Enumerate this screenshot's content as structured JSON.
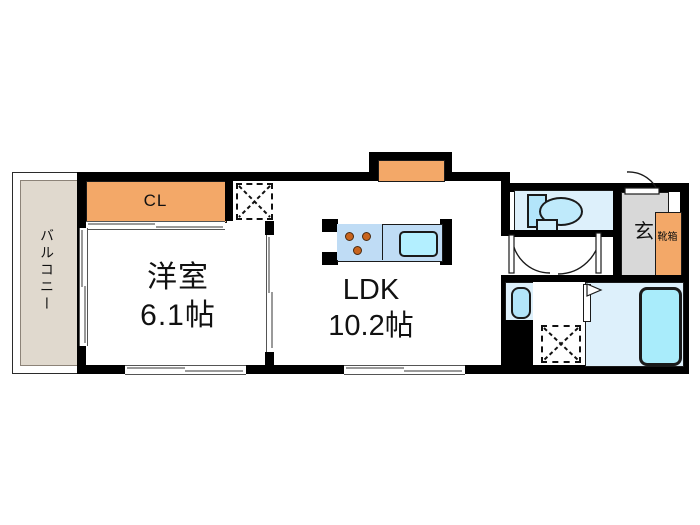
{
  "plan": {
    "type": "japanese-floor-plan",
    "layout_code": "1LDK",
    "rooms": [
      {
        "id": "washitsu",
        "name": "洋室",
        "size": "6.1帖",
        "label_line1": "洋室",
        "label_line2": "6.1帖"
      },
      {
        "id": "ldk",
        "name": "LDK",
        "size": "10.2帖",
        "label_line1": "LDK",
        "label_line2": "10.2帖"
      }
    ],
    "labels": {
      "closet": "CL",
      "balcony": "バルコニー",
      "entrance": "玄",
      "shoe_box": "靴箱"
    },
    "fixtures": [
      {
        "name": "kitchen-stovetop",
        "burners": 3
      },
      {
        "name": "kitchen-sink"
      },
      {
        "name": "toilet"
      },
      {
        "name": "washbasin"
      },
      {
        "name": "bathtub"
      },
      {
        "name": "washer-space"
      }
    ],
    "colors": {
      "wall": "#000000",
      "closet_orange": "#f3a868",
      "balcony_beige": "#e0d9ce",
      "water_blue": "#ddf0fb",
      "fixture_blue": "#b3e5fa",
      "genkan_grey": "#d8d8d8",
      "background": "#ffffff"
    }
  }
}
